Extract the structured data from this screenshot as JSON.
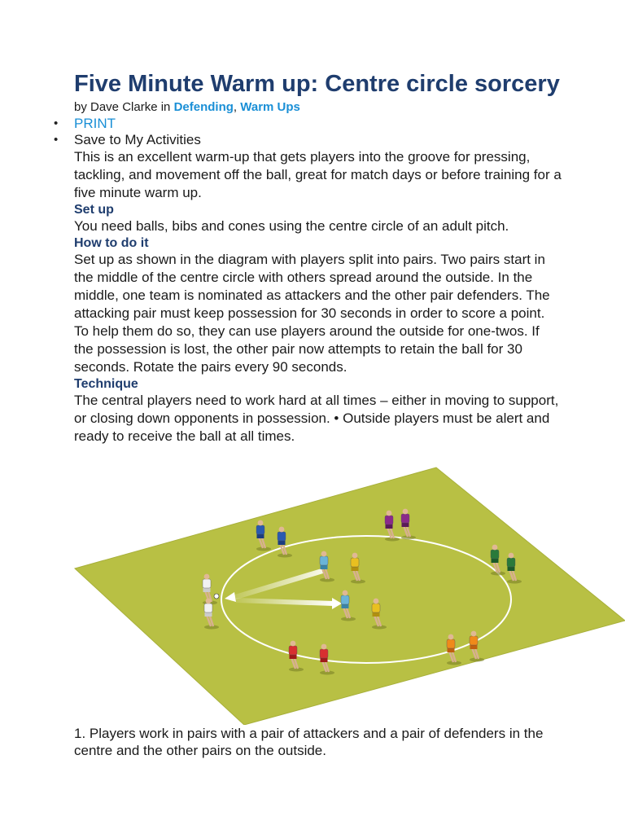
{
  "article": {
    "title": "Five Minute Warm up: Centre circle sorcery",
    "byline_prefix": "by Dave Clarke in",
    "categories": [
      "Defending",
      "Warm Ups"
    ],
    "category_separator": ",",
    "actions": {
      "print": "PRINT",
      "save": "Save to My Activities"
    },
    "intro": "This is an excellent warm-up that gets players into the groove for pressing, tackling, and movement off the ball, great for match days or before training for a five minute warm up.",
    "sections": [
      {
        "heading": "Set up",
        "body": "You need balls, bibs and cones using the centre circle of an adult pitch."
      },
      {
        "heading": "How to do it",
        "body": "Set up as shown in the diagram with players split into pairs. Two pairs start in the middle of the centre circle with others spread around the outside. In the middle, one team is nominated as attackers and the other pair defenders. The attacking pair must keep possession for 30 seconds in order to score a point. To help them do so, they can use players around the outside for one-twos. If the possession is lost, the other pair now attempts to retain the ball for 30 seconds. Rotate the pairs every 90 seconds."
      },
      {
        "heading": "Technique",
        "body": "The central players need to work hard at all times – either in moving to support, or closing down opponents in possession. • Outside players must be alert and ready to receive the ball at all times."
      }
    ],
    "caption": "1. Players work in pairs with a pair of attackers and a pair of defenders in the centre and the other pairs on the outside."
  },
  "colors": {
    "title": "#1f3d6e",
    "link": "#1a8fd6",
    "pitch": "#b8c044",
    "pitch_line": "#ffffff"
  }
}
